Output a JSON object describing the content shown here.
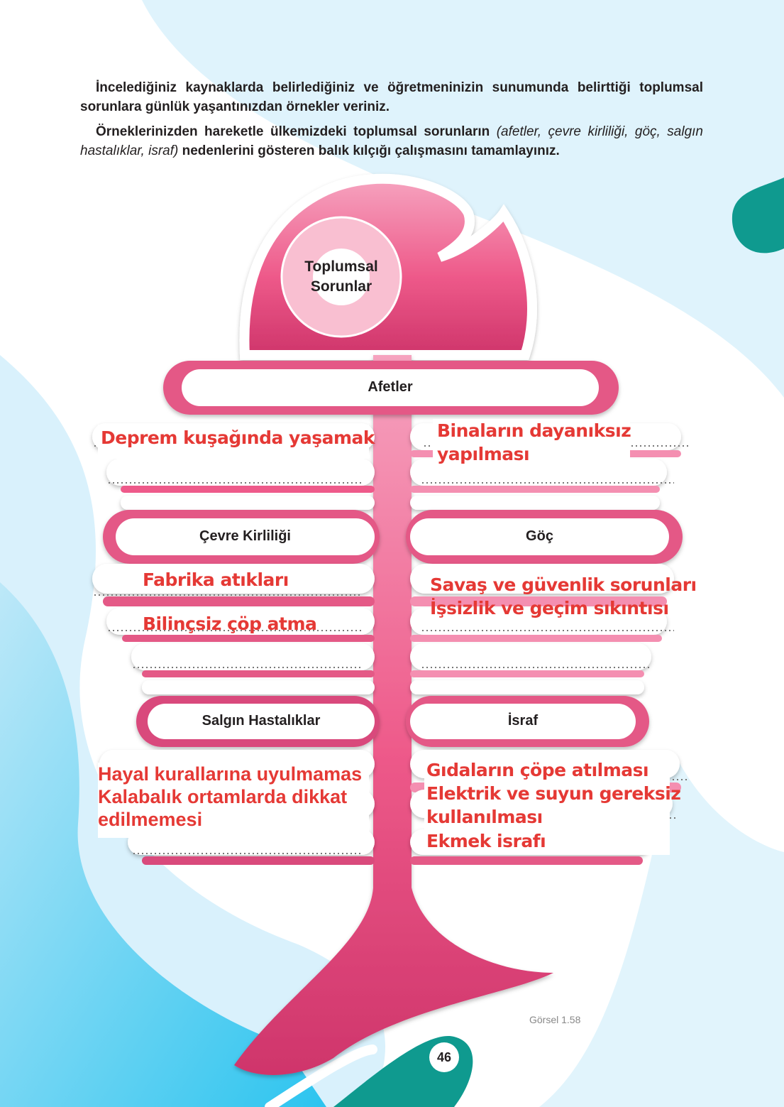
{
  "intro": {
    "p1": "İncelediğiniz kaynaklarda belirlediğiniz ve öğretmeninizin sunumunda belirttiği toplumsal sorunlara günlük yaşantınızdan örnekler veriniz.",
    "p2_start": "Örneklerinizden hareketle ülkemizdeki toplumsal sorunların",
    "p2_italic": "(afetler, çevre kirliliği, göç, salgın hastalıklar, israf)",
    "p2_end": "nedenlerini gösteren balık kılçığı çalışmasını tamamlayınız."
  },
  "fishbone": {
    "head_line1": "Toplumsal",
    "head_line2": "Sorunlar",
    "categories": {
      "afetler": "Afetler",
      "cevre": "Çevre Kirliliği",
      "goc": "Göç",
      "salgin": "Salgın Hastalıklar",
      "israf": "İsraf"
    },
    "answers": {
      "afetler_left": "Deprem kuşağında yaşamak",
      "afetler_right_1": "Binaların dayanıksız",
      "afetler_right_2": "yapılması",
      "cevre_1": "Fabrika atıkları",
      "cevre_2": "Bilinçsiz çöp atma",
      "goc_1": "Savaş ve güvenlik sorunları",
      "goc_2": "İşsizlik ve geçim sıkıntısı",
      "salgin_1": "Hayal kurallarına uyulmamas",
      "salgin_2": "Kalabalık ortamlarda dikkat",
      "salgin_3": "edilmemesi",
      "israf_1": "Gıdaların çöpe atılması",
      "israf_2": "Elektrik ve suyun gereksiz",
      "israf_3": "kullanılması",
      "israf_4": "Ekmek israfı"
    }
  },
  "caption": "Görsel 1.58",
  "page_number": "46",
  "colors": {
    "pink": "#ee5a8a",
    "pink_light": "#f7a8c2",
    "teal": "#0f9a8f",
    "blue_light": "#d7f0fb",
    "blue": "#33c7f0",
    "answer_red": "#e53935"
  }
}
